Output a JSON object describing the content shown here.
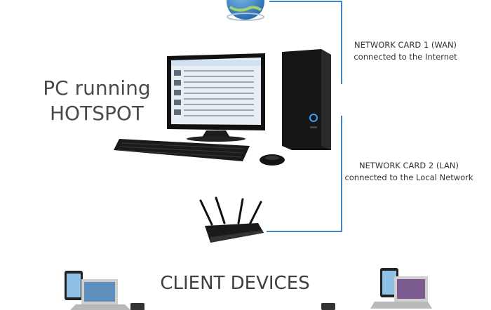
{
  "pc_label": {
    "line1": "PC running",
    "line2": "HOTSPOT"
  },
  "network_card_wan": {
    "line1": "NETWORK CARD 1 (WAN)",
    "line2": "connected to the Internet"
  },
  "network_card_lan": {
    "line1": "NETWORK CARD 2 (LAN)",
    "line2": "connected to the Local Network"
  },
  "clients_label": "CLIENT DEVICES",
  "colors": {
    "connector": "#3f86c6",
    "text_dark": "#4a4a4a",
    "device_black": "#151515",
    "screen_blue": "#cfe1f1"
  },
  "icons": [
    "globe-icon",
    "monitor-icon",
    "pc-tower-icon",
    "keyboard-icon",
    "mouse-icon",
    "router-icon",
    "laptop-icon",
    "tablet-icon",
    "phone-icon"
  ]
}
